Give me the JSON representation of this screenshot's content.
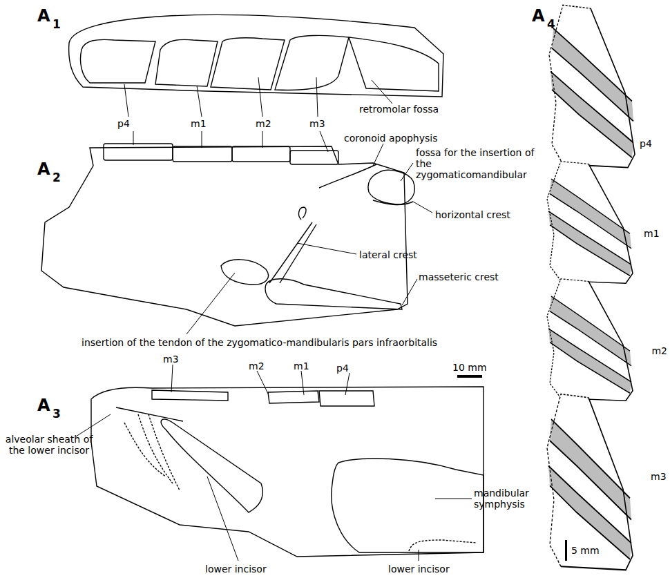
{
  "diagram": {
    "labels": [
      "A",
      "1",
      "p4",
      "m1",
      "m2",
      "m3",
      "retromolar fossa",
      "A",
      "2",
      "coronoid apophysis",
      "fossa for the insertion of the zygomaticomandibular",
      "horizontal crest",
      "lateral crest",
      "masseteric crest",
      "insertion of the tendon of the zygomatico-mandibularis pars infraorbitalis",
      "10 mm",
      "A",
      "3",
      "m3",
      "m2",
      "m1",
      "p4",
      "alveolar sheath of the lower incisor",
      "mandibular symphysis",
      "lower incisor",
      "lower incisor",
      "A",
      "4",
      "p4",
      "m1",
      "m2",
      "m3",
      "5 mm"
    ]
  }
}
